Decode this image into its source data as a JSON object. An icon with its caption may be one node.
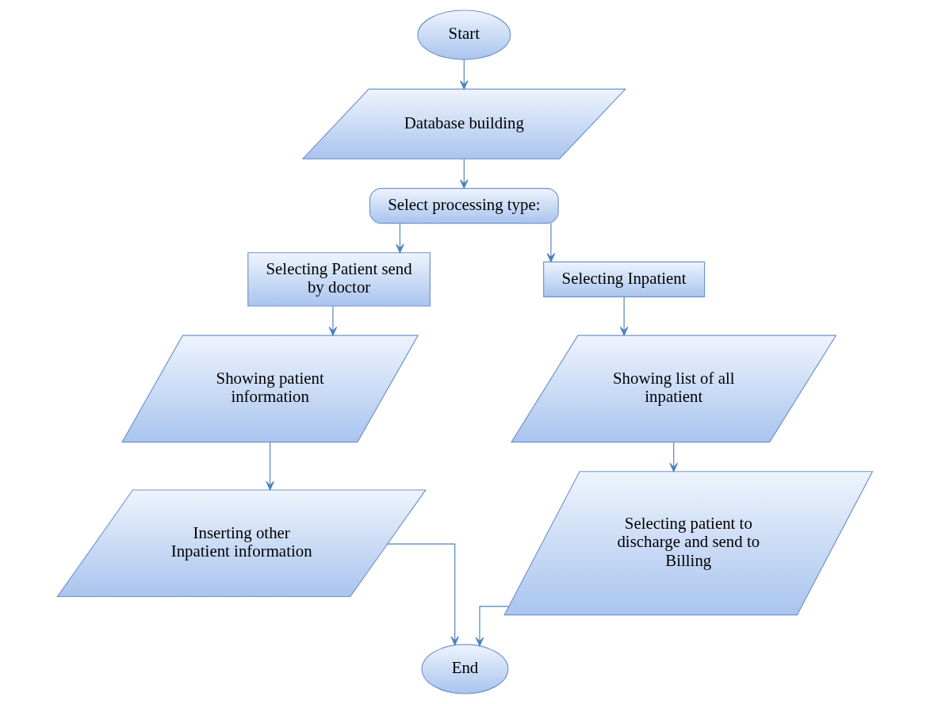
{
  "diagram": {
    "nodes": [
      {
        "text": [
          "Start"
        ]
      },
      {
        "text": [
          "Database building"
        ]
      },
      {
        "text": [
          "Select processing type:"
        ]
      },
      {
        "text": [
          "Selecting Patient send by doctor"
        ]
      },
      {
        "text": [
          "Showing patient information"
        ]
      },
      {
        "text": [
          "Inserting other Inpatient information"
        ]
      },
      {
        "text": [
          "Selecting Inpatient"
        ]
      },
      {
        "text": [
          "Showing list of all inpatient"
        ]
      },
      {
        "text": [
          "Selecting patient to discharge and send to Billing"
        ]
      },
      {
        "text": [
          "End"
        ]
      }
    ],
    "edges": [
      {
        "from": 0,
        "to": 1,
        "arrow": "to"
      },
      {
        "from": 1,
        "to": 2,
        "arrow": "to"
      },
      {
        "from": 2,
        "to": 3,
        "arrow": "to"
      },
      {
        "from": 2,
        "to": 6,
        "arrow": "to"
      },
      {
        "from": 3,
        "to": 4,
        "arrow": "to"
      },
      {
        "from": 4,
        "to": 5,
        "arrow": "to"
      },
      {
        "from": 6,
        "to": 7,
        "arrow": "to"
      },
      {
        "from": 7,
        "to": 8,
        "arrow": "to"
      },
      {
        "from": 5,
        "to": 9,
        "arrow": "to"
      },
      {
        "from": 8,
        "to": 9,
        "arrow": "to"
      }
    ]
  }
}
